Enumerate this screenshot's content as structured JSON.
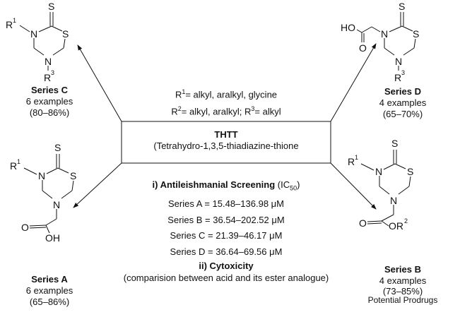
{
  "substituents": {
    "line1": {
      "r": "R",
      "sup": "1",
      "text": "= alkyl, aralkyl, glycine"
    },
    "line2": {
      "r": "R",
      "sup": "2",
      "text": "= alkyl, aralkyl; ",
      "r3": "R",
      "sup3": "3",
      "text3": "= alkyl"
    }
  },
  "center_box": {
    "title": "THTT",
    "subtitle": "(Tetrahydro-1,3,5-thiadiazine-thione"
  },
  "screening": {
    "heading_bold": "i) Antileishmanial Screening",
    "heading_ic": "(IC",
    "heading_sub": "50",
    "heading_close": ")",
    "rows": [
      "Series A = 15.48–136.98 μM",
      "Series B = 36.54–202.52 μM",
      "Series C = 21.39–46.17 μM",
      "Series D = 36.64–69.56 μM"
    ]
  },
  "cytotoxicity": {
    "heading": "ii) Cytoxicity",
    "text": "(comparision between acid and its ester analogue)"
  },
  "series": {
    "C": {
      "name": "Series C",
      "examples": "6 examples",
      "yield": "(80–86%)"
    },
    "D": {
      "name": "Series D",
      "examples": "4 examples",
      "yield": "(65–70%)"
    },
    "A": {
      "name": "Series A",
      "examples": "6 examples",
      "yield": "(65–86%)"
    },
    "B": {
      "name": "Series B",
      "examples": "4 examples",
      "yield": "(73–85%)",
      "note": "Potential Prodrugs"
    }
  },
  "atoms": {
    "S": "S",
    "N": "N",
    "O": "O",
    "R": "R",
    "HO": "HO",
    "OH": "OH",
    "OR": "OR",
    "1": "1",
    "2": "2",
    "3": "3"
  }
}
